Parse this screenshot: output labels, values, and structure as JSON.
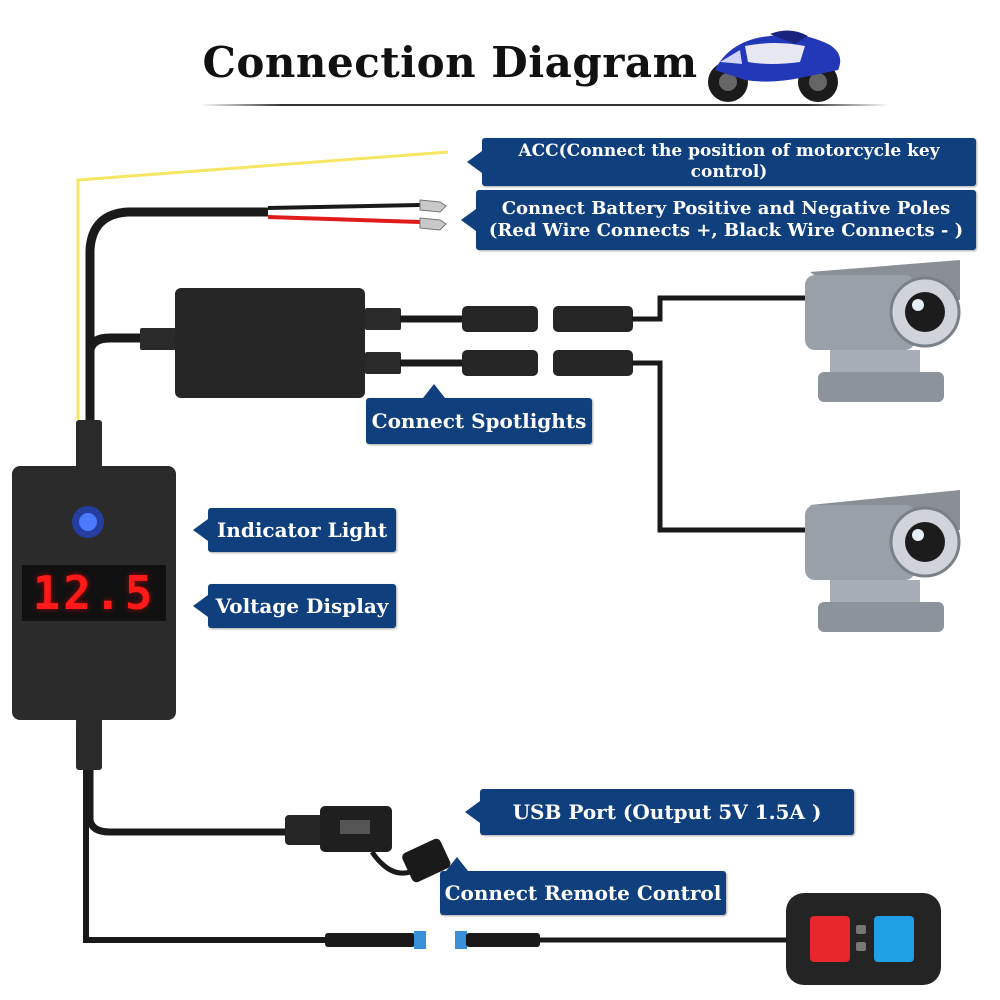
{
  "title": "Connection Diagram",
  "display_reading": "12.5",
  "callouts": {
    "acc": "ACC(Connect the position of motorcycle key control)",
    "battery_line1": "Connect Battery Positive and Negative Poles",
    "battery_line2": "(Red Wire Connects +, Black Wire Connects - )",
    "spotlights": "Connect Spotlights",
    "indicator": "Indicator Light",
    "voltage": "Voltage Display",
    "usb": "USB Port (Output 5V 1.5A )",
    "remote": "Connect Remote Control"
  },
  "colors": {
    "callout_bg": "#0f3f7d",
    "cable": "#1a1a1a",
    "acc_wire": "#f5e663",
    "battery_red_wire": "#e01b1b",
    "led_blue": "#1f4dff",
    "display_red": "#ff1a1a",
    "remote_red_button": "#e8262b",
    "remote_blue_button": "#1fa0e6"
  },
  "icons": [
    "motorcycle-icon",
    "spotlight-icon",
    "remote-control-icon",
    "usb-port-icon"
  ]
}
